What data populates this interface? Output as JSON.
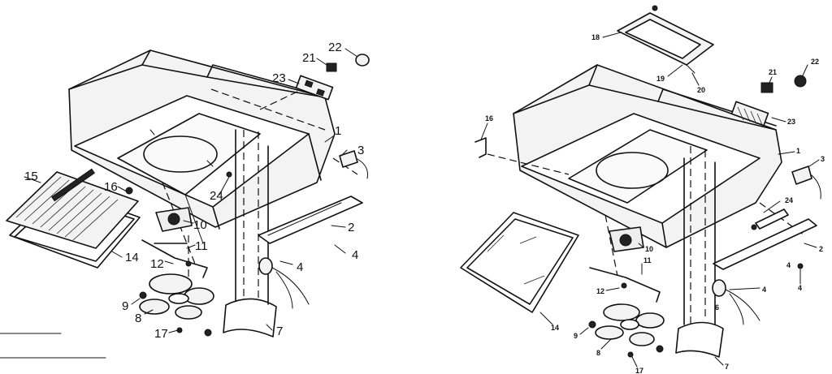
{
  "left_view": {
    "labels": [
      {
        "id": "l1",
        "text": "1"
      },
      {
        "id": "l2",
        "text": "2"
      },
      {
        "id": "l3",
        "text": "3"
      },
      {
        "id": "l4a",
        "text": "4"
      },
      {
        "id": "l4b",
        "text": "4"
      },
      {
        "id": "l7",
        "text": "7"
      },
      {
        "id": "l8",
        "text": "8"
      },
      {
        "id": "l9",
        "text": "9"
      },
      {
        "id": "l10",
        "text": "10"
      },
      {
        "id": "l11",
        "text": "11"
      },
      {
        "id": "l12",
        "text": "12"
      },
      {
        "id": "l14",
        "text": "14"
      },
      {
        "id": "l15",
        "text": "15"
      },
      {
        "id": "l16",
        "text": "16"
      },
      {
        "id": "l17",
        "text": "17"
      },
      {
        "id": "l21",
        "text": "21"
      },
      {
        "id": "l22",
        "text": "22"
      },
      {
        "id": "l23",
        "text": "23"
      },
      {
        "id": "l24",
        "text": "24"
      }
    ]
  },
  "right_view": {
    "labels": [
      {
        "id": "r1",
        "text": "1"
      },
      {
        "id": "r2",
        "text": "2"
      },
      {
        "id": "r3",
        "text": "3"
      },
      {
        "id": "r4a",
        "text": "4"
      },
      {
        "id": "r4b",
        "text": "4"
      },
      {
        "id": "r4c",
        "text": "4"
      },
      {
        "id": "r6",
        "text": "6"
      },
      {
        "id": "r7",
        "text": "7"
      },
      {
        "id": "r8",
        "text": "8"
      },
      {
        "id": "r9",
        "text": "9"
      },
      {
        "id": "r10",
        "text": "10"
      },
      {
        "id": "r11",
        "text": "11"
      },
      {
        "id": "r12",
        "text": "12"
      },
      {
        "id": "r14",
        "text": "14"
      },
      {
        "id": "r16",
        "text": "16"
      },
      {
        "id": "r17",
        "text": "17"
      },
      {
        "id": "r18",
        "text": "18"
      },
      {
        "id": "r19",
        "text": "19"
      },
      {
        "id": "r20",
        "text": "20"
      },
      {
        "id": "r21",
        "text": "21"
      },
      {
        "id": "r22",
        "text": "22"
      },
      {
        "id": "r23",
        "text": "23"
      },
      {
        "id": "r24",
        "text": "24"
      }
    ]
  }
}
